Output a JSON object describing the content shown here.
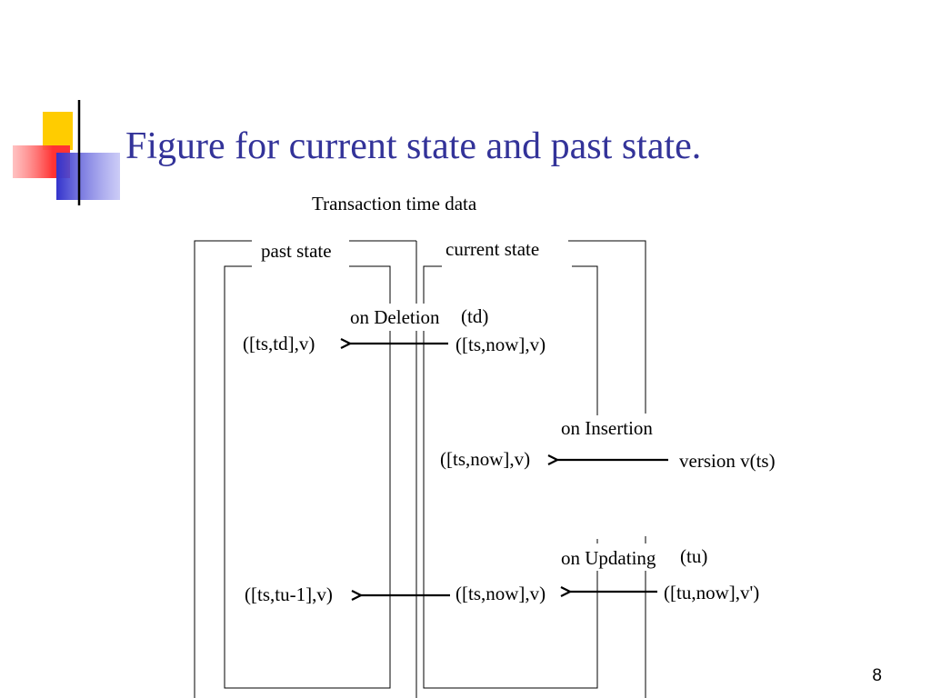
{
  "slide": {
    "title": "Figure for current state and past state.",
    "page_number": "8"
  },
  "diagram": {
    "heading": "Transaction time data",
    "past_state_label": "past state",
    "current_state_label": "current state",
    "deletion": {
      "label": "on Deletion",
      "param": "(td)",
      "from": "([ts,now],v)",
      "to": "([ts,td],v)"
    },
    "insertion": {
      "label": "on Insertion",
      "from": "version v(ts)",
      "to": "([ts,now],v)"
    },
    "updating": {
      "label": "on Updating",
      "param": "(tu)",
      "new": "([tu,now],v')",
      "current": "([ts,now],v)",
      "past": "([ts,tu-1],v)"
    }
  },
  "colors": {
    "title": "#333399",
    "deco_yellow": "#ffcc00",
    "deco_red": "#ff3333",
    "deco_blue": "#3333cc"
  }
}
